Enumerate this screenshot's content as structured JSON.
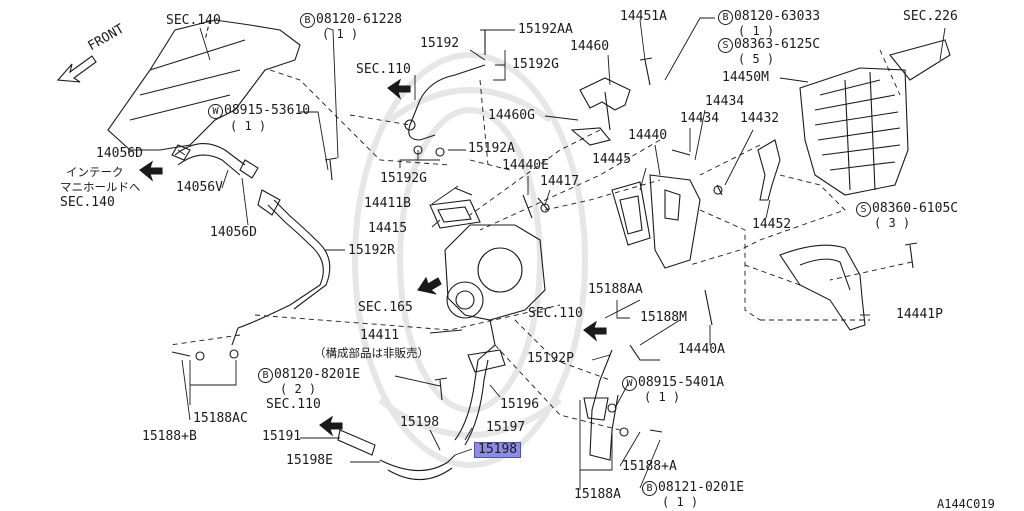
{
  "diagram_id": "A144C019",
  "colors": {
    "line": "#1a1a1a",
    "highlight": "#8c8ce0",
    "watermark": "#e6e6e6"
  },
  "labels": {
    "sec140_top": "SEC.140",
    "b08120_61228": "08120-61228",
    "b08120_61228_qty": "( 1 )",
    "p15192aa": "15192AA",
    "p14451a": "14451A",
    "b08120_63033": "08120-63033",
    "b08120_63033_qty": "( 1 )",
    "sec226": "SEC.226",
    "front": "FRONT",
    "p15192": "15192",
    "p14460": "14460",
    "s08363_6125c": "08363-6125C",
    "s08363_qty": "( 5 )",
    "sec110_a": "SEC.110",
    "p15192g_a": "15192G",
    "p14450m": "14450M",
    "w08915_53610": "08915-53610",
    "w08915_qty": "( 1 )",
    "p14460g": "14460G",
    "p14434_a": "14434",
    "p14434_b": "14434",
    "p14432": "14432",
    "p14440": "14440",
    "p14056d_a": "14056D",
    "p15192a": "15192A",
    "jp_line1": "インテーク",
    "jp_line2": "マニホールドへ",
    "sec140_b": "SEC.140",
    "p14056v": "14056V",
    "p15192g_b": "15192G",
    "p14440e": "14440E",
    "p14445": "14445",
    "p14417": "14417",
    "p14411b": "14411B",
    "s08360_6105c": "08360-6105C",
    "s08360_qty": "( 3 )",
    "p14415": "14415",
    "p14452": "14452",
    "p14056d_b": "14056D",
    "p15192r": "15192R",
    "sec165": "SEC.165",
    "p15188aa": "15188AA",
    "sec110_b": "SEC.110",
    "p15188m": "15188M",
    "p14441p": "14441P",
    "p14411": "14411",
    "jp_note": "（構成部品は非販売）",
    "p14440a": "14440A",
    "p15192p": "15192P",
    "b08120_8201e": "08120-8201E",
    "b08120_8201e_qty": "( 2 )",
    "w08915_5401a": "08915-5401A",
    "w08915_5401a_qty": "( 1 )",
    "sec110_c": "SEC.110",
    "p15196": "15196",
    "p15188ac": "15188AC",
    "p15198": "15198",
    "p15197": "15197",
    "p15191": "15191",
    "p15188b": "15188+B",
    "p15198_hl": "15198",
    "p15198e": "15198E",
    "p15188a_plus": "15188+A",
    "p15188a": "15188A",
    "b08121_0201e": "08121-0201E",
    "b08121_qty": "( 1 )",
    "prefix_b": "B",
    "prefix_s": "S",
    "prefix_w": "W"
  }
}
